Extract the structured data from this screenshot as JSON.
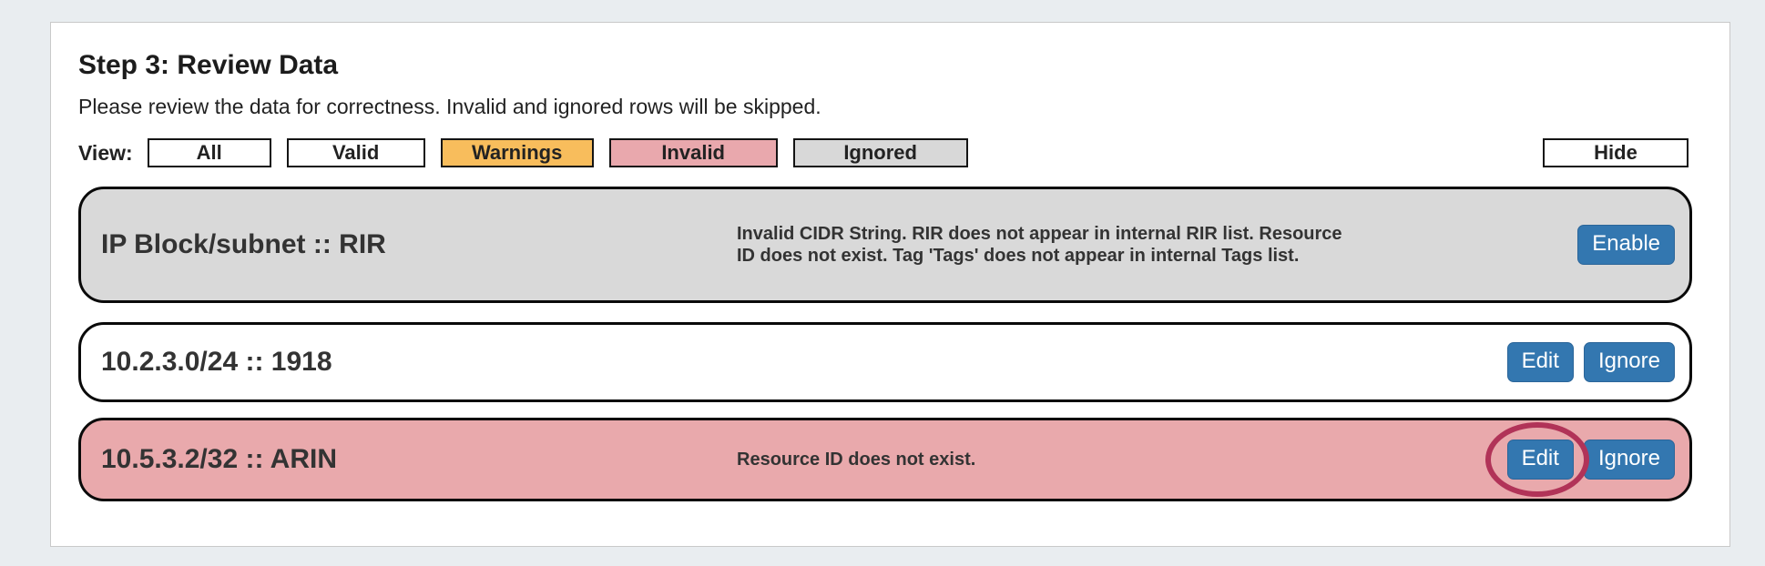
{
  "panel": {
    "heading": "Step 3: Review Data",
    "subtitle": "Please review the data for correctness. Invalid and ignored rows will be skipped.",
    "view_label": "View:",
    "filters": [
      {
        "label": "All",
        "color": "#ffffff"
      },
      {
        "label": "Valid",
        "color": "#ffffff"
      },
      {
        "label": "Warnings",
        "color": "#f8bd5c"
      },
      {
        "label": "Invalid",
        "color": "#e9a8ad"
      },
      {
        "label": "Ignored",
        "color": "#d8d8d8"
      }
    ],
    "hide_label": "Hide"
  },
  "rows": [
    {
      "title": "IP Block/subnet :: RIR",
      "message": "Invalid CIDR String. RIR does not appear in internal RIR list. Resource ID does not exist. Tag 'Tags' does not appear in internal Tags list.",
      "status": "disabled",
      "buttons": [
        "Enable"
      ]
    },
    {
      "title": "10.2.3.0/24 :: 1918",
      "message": "",
      "status": "valid",
      "buttons": [
        "Edit",
        "Ignore"
      ]
    },
    {
      "title": "10.5.3.2/32 :: ARIN",
      "message": "Resource ID does not exist.",
      "status": "invalid",
      "buttons": [
        "Edit",
        "Ignore"
      ],
      "annotation": {
        "type": "circle",
        "target": "edit-button",
        "color": "#b13358"
      }
    }
  ],
  "colors": {
    "page_background": "#e9edf0",
    "row_disabled": "#d9d9d9",
    "row_invalid": "#e9a9ac",
    "primary_button": "#3377b0",
    "annotation_circle": "#b13358"
  }
}
